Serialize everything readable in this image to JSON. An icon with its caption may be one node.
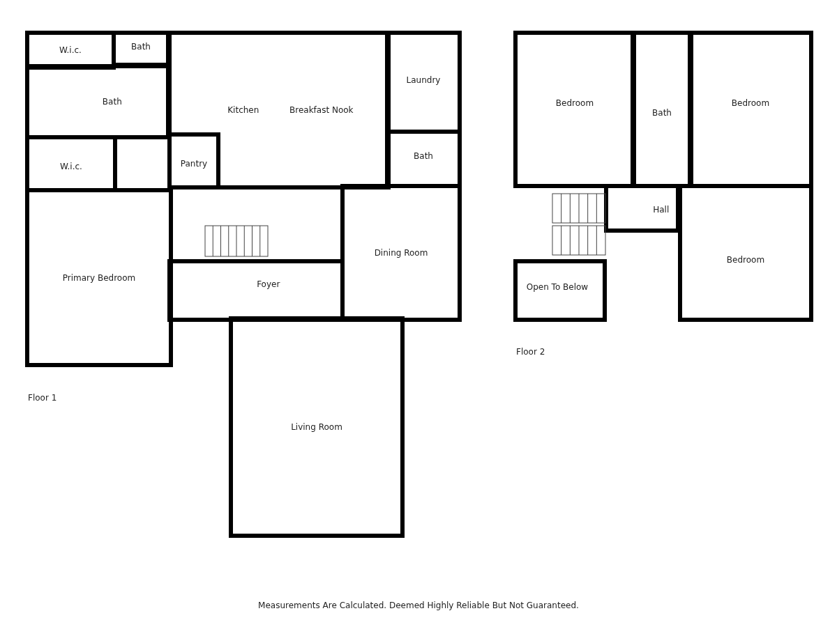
{
  "diagram": {
    "caption": "Measurements Are Calculated. Deemed Highly Reliable But Not Guaranteed.",
    "nodes": [
      {
        "text": [
          "W.i.c."
        ]
      },
      {
        "text": [
          "Bath"
        ]
      },
      {
        "text": [
          "Bath"
        ]
      },
      {
        "text": [
          "W.i.c."
        ]
      },
      {
        "text": [
          "Primary Bedroom"
        ]
      },
      {
        "text": [
          "Kitchen",
          "Breakfast Nook"
        ]
      },
      {
        "text": [
          "Laundry"
        ]
      },
      {
        "text": [
          "Pantry"
        ]
      },
      {
        "text": [
          "Bath"
        ]
      },
      {
        "text": [
          "Dining Room"
        ]
      },
      {
        "text": [
          "Foyer"
        ]
      },
      {
        "text": [
          "Living Room"
        ]
      },
      {
        "text": [
          "Bedroom"
        ]
      },
      {
        "text": [
          "Bath"
        ]
      },
      {
        "text": [
          "Bedroom"
        ]
      },
      {
        "text": [
          "Hall"
        ]
      },
      {
        "text": [
          "Bedroom"
        ]
      },
      {
        "text": [
          "Open To Below"
        ]
      }
    ],
    "edges": [],
    "labels": [
      "Floor 1",
      "Floor 2"
    ]
  }
}
